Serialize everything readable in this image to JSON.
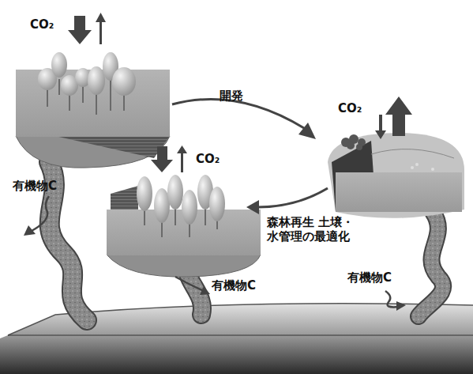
{
  "diagram": {
    "labels": [
      "CO₂",
      "開発",
      "CO₂",
      "CO₂",
      "有機物C",
      "森林再生 土壌・水管理の最適化",
      "有機物C",
      "有機物C"
    ]
  }
}
